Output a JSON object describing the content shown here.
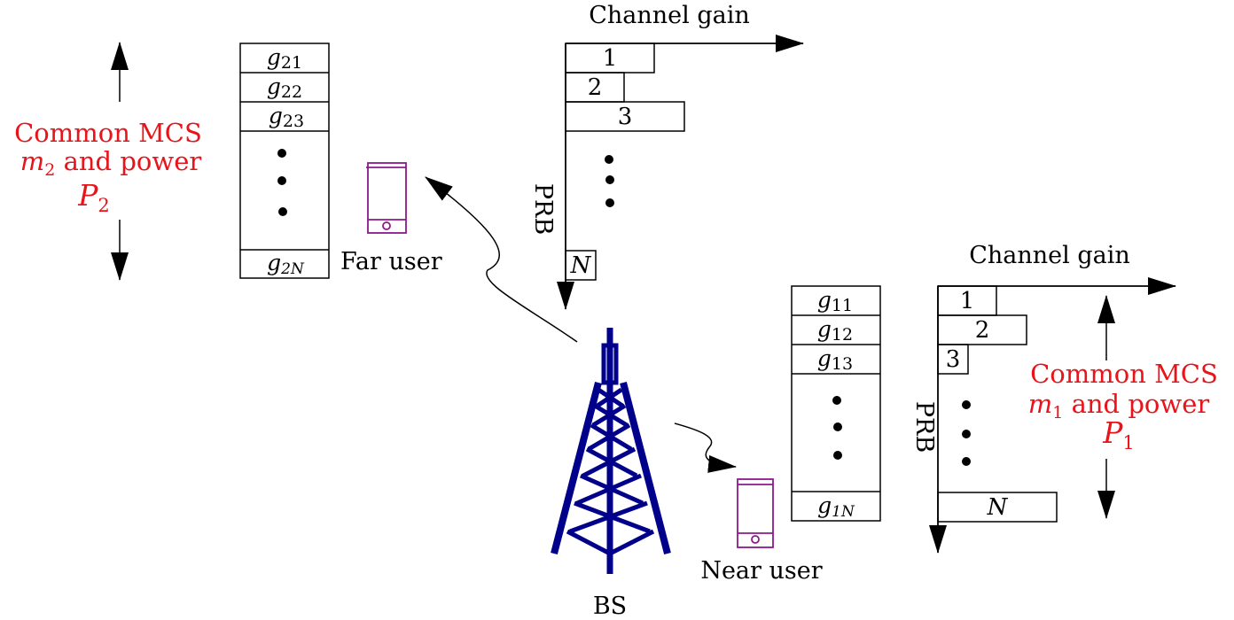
{
  "colors": {
    "annotation": "#e8141b",
    "tower": "#00008b",
    "phone": "#8b1a8b",
    "line": "#000000"
  },
  "far_user": {
    "label": "Far user",
    "gain_list": {
      "items": [
        {
          "var": "g",
          "sub": "21"
        },
        {
          "var": "g",
          "sub": "22"
        },
        {
          "var": "g",
          "sub": "23"
        }
      ],
      "last": {
        "var": "g",
        "sub": "2N"
      }
    },
    "annotation": {
      "line1": "Common MCS",
      "line2_var": "m",
      "line2_sub": "2",
      "line2_rest": " and power",
      "line3_var": "P",
      "line3_sub": "2"
    },
    "prb_chart": {
      "x_label": "Channel gain",
      "y_label": "PRB",
      "bars": [
        {
          "label": "1",
          "relative_gain": 0.5
        },
        {
          "label": "2",
          "relative_gain": 0.33
        },
        {
          "label": "3",
          "relative_gain": 0.67
        }
      ],
      "last_bar": {
        "label": "N",
        "relative_gain": 0.17
      }
    }
  },
  "near_user": {
    "label": "Near user",
    "gain_list": {
      "items": [
        {
          "var": "g",
          "sub": "11"
        },
        {
          "var": "g",
          "sub": "12"
        },
        {
          "var": "g",
          "sub": "13"
        }
      ],
      "last": {
        "var": "g",
        "sub": "1N"
      }
    },
    "annotation": {
      "line1": "Common MCS",
      "line2_var": "m",
      "line2_sub": "1",
      "line2_rest": " and power",
      "line3_var": "P",
      "line3_sub": "1"
    },
    "prb_chart": {
      "x_label": "Channel gain",
      "y_label": "PRB",
      "bars": [
        {
          "label": "1",
          "relative_gain": 0.33
        },
        {
          "label": "2",
          "relative_gain": 0.5
        },
        {
          "label": "3",
          "relative_gain": 0.17
        }
      ],
      "last_bar": {
        "label": "N",
        "relative_gain": 0.67
      }
    }
  },
  "base_station": {
    "label": "BS"
  }
}
